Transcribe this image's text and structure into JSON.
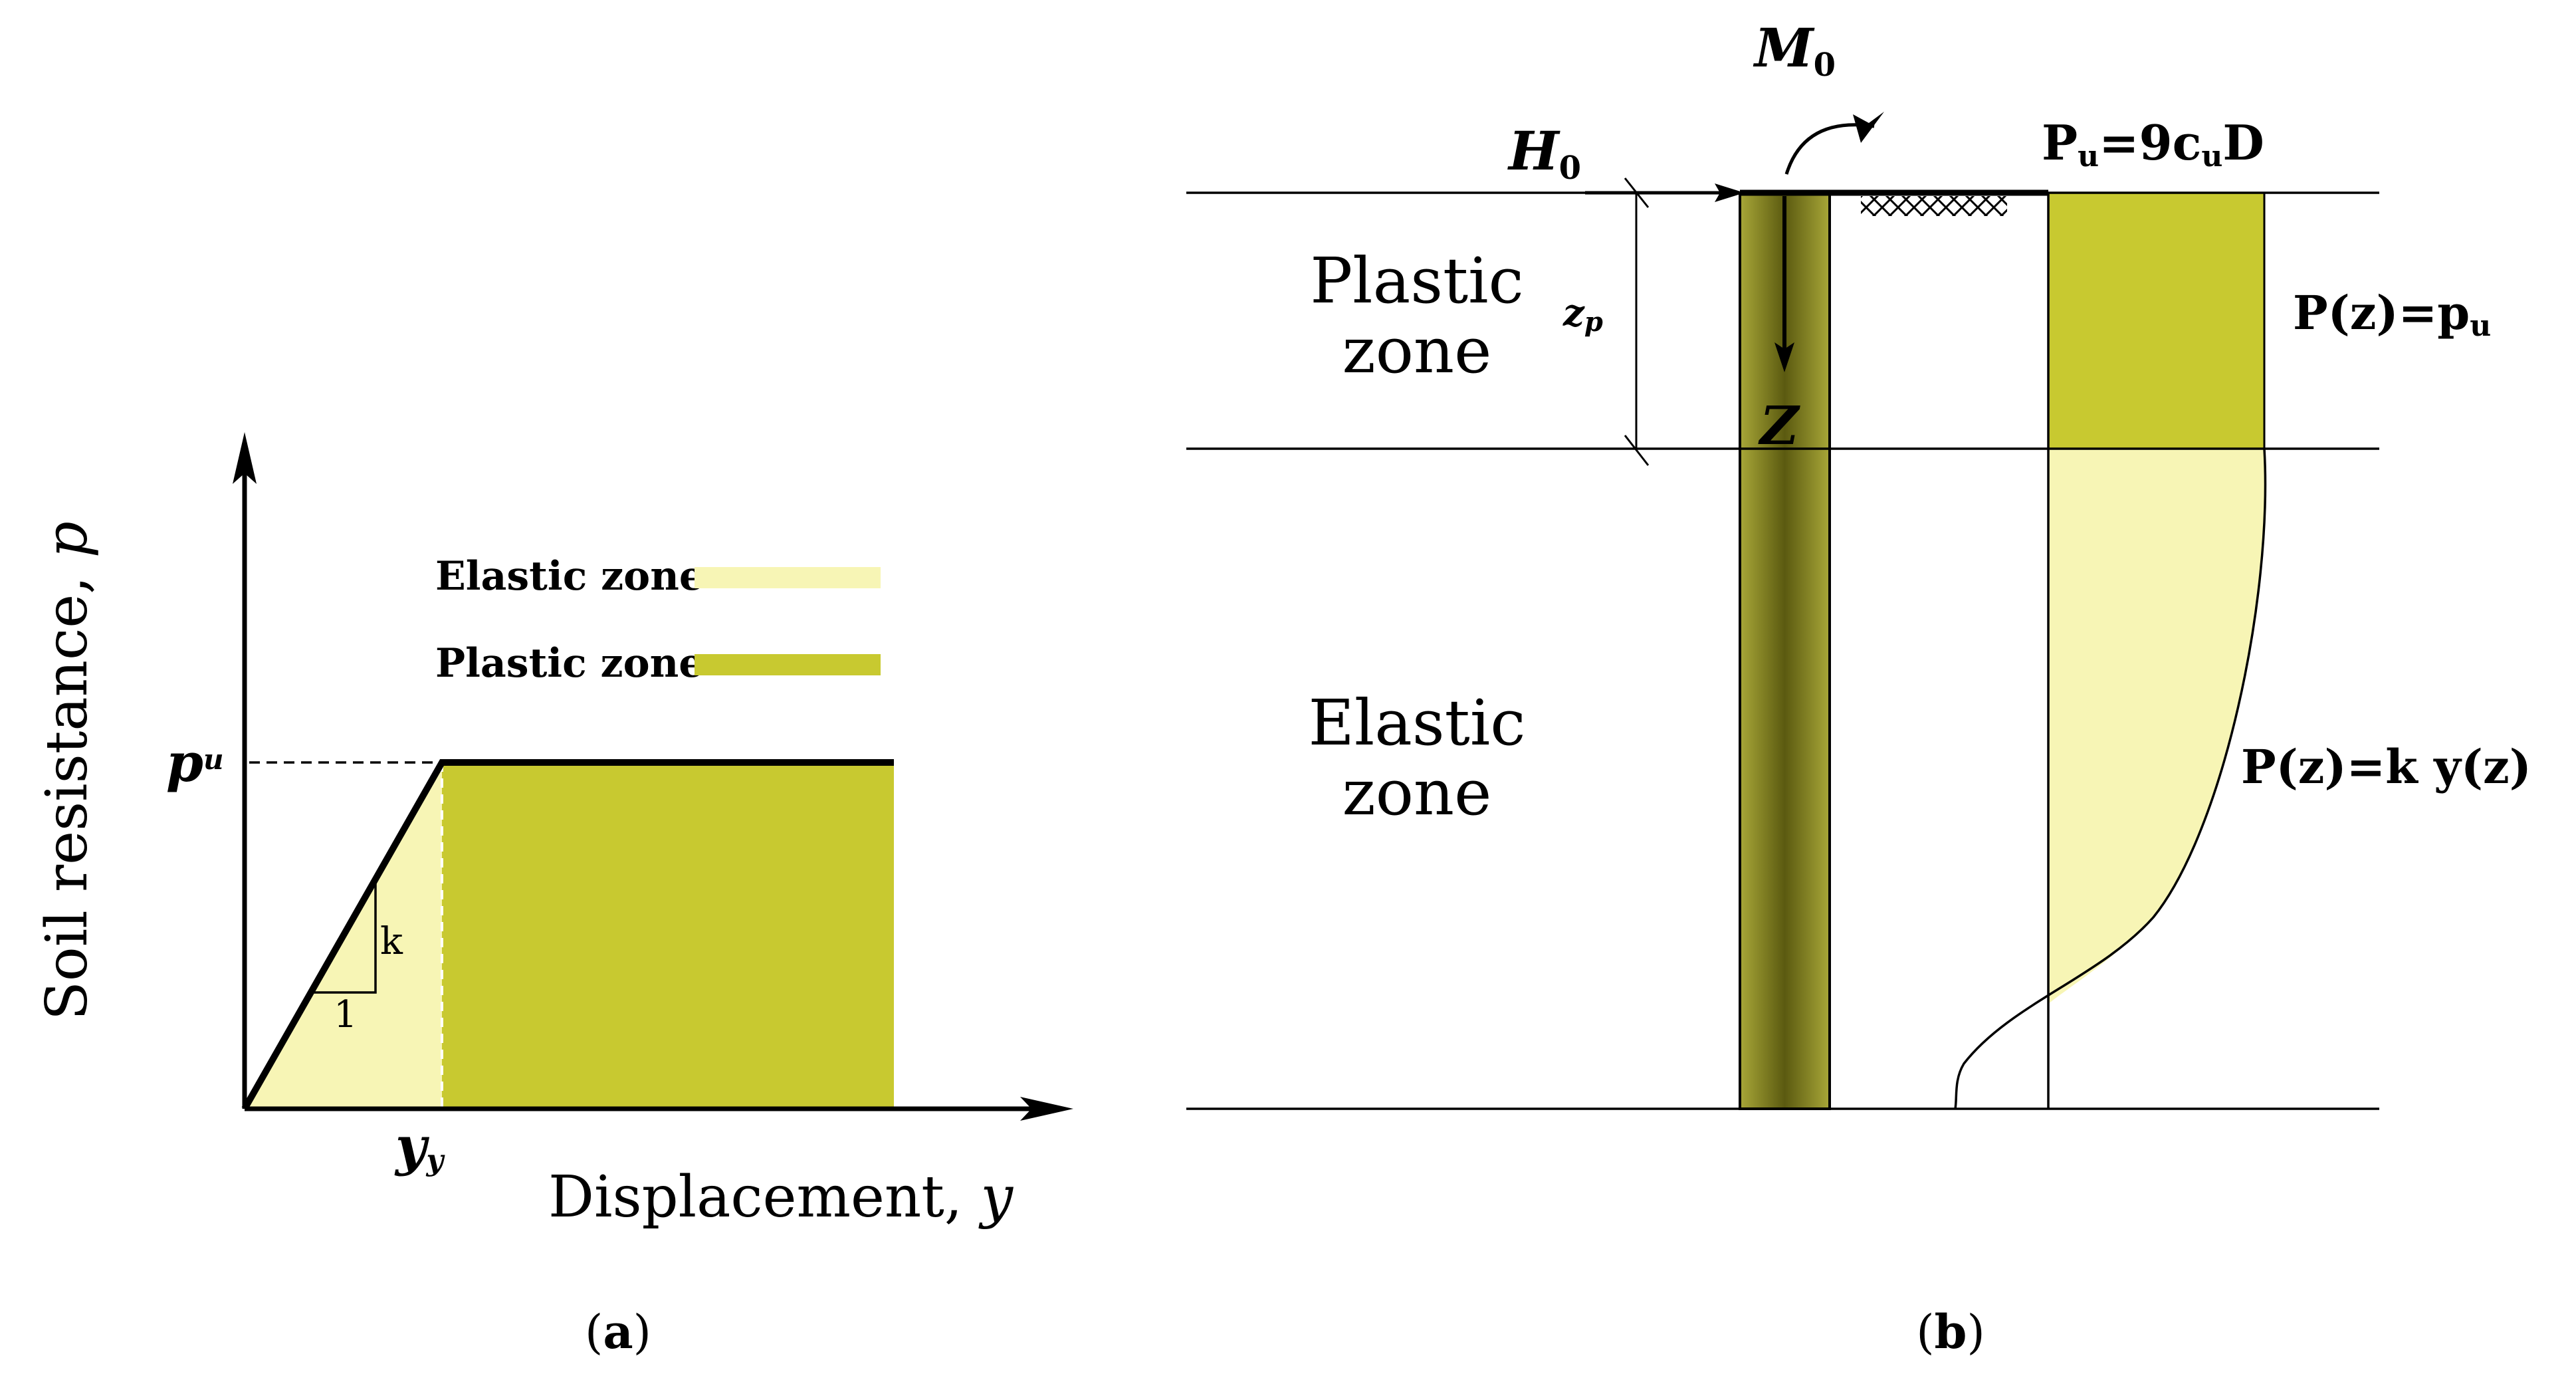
{
  "colors": {
    "elastic_fill": "#f7f5b5",
    "plastic_fill": "#c8c930",
    "pile_dark": "#5b5a10",
    "pile_light": "#a8a738",
    "line": "#000000"
  },
  "panel_a": {
    "caption": "(a)",
    "ylabel_text": "Soil resistance, ",
    "ylabel_var": "p",
    "xlabel_text": "Displacement, ",
    "xlabel_var": "y",
    "pu_label": "p",
    "pu_sub": "u",
    "yy_label": "y",
    "yy_sub": "y",
    "slope_k": "k",
    "slope_one": "1",
    "legend": [
      {
        "label": "Elastic zone",
        "color_key": "elastic_fill"
      },
      {
        "label": "Plastic zone",
        "color_key": "plastic_fill"
      }
    ]
  },
  "panel_b": {
    "caption": "(b)",
    "M0": "M",
    "M0_sub": "0",
    "H0": "H",
    "H0_sub": "0",
    "Pu_label": "P",
    "Pu_sub": "u",
    "Pu_eq": "=9c",
    "Pu_eq_sub": "u",
    "Pu_eq_end": "D",
    "zp": "z",
    "zp_sub": "p",
    "Z": "Z",
    "plastic_zone_l1": "Plastic",
    "plastic_zone_l2": "zone",
    "elastic_zone_l1": "Elastic",
    "elastic_zone_l2": "zone",
    "P_plastic": "P(z)=p",
    "P_plastic_sub": "u",
    "P_elastic": "P(z)=k y(z)"
  }
}
